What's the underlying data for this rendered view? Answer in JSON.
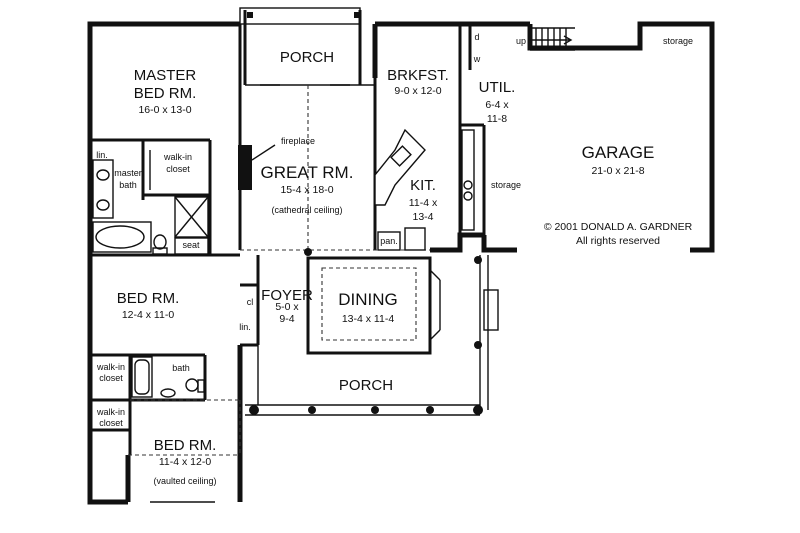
{
  "rooms": {
    "master_bed": {
      "name_line1": "MASTER",
      "name_line2": "BED RM.",
      "dims": "16-0 x 13-0"
    },
    "porch_top": {
      "name": "PORCH"
    },
    "brkfst": {
      "name": "BRKFST.",
      "dims": "9-0 x 12-0"
    },
    "util": {
      "name": "UTIL.",
      "dims_line1": "6-4 x",
      "dims_line2": "11-8"
    },
    "great_rm": {
      "name": "GREAT RM.",
      "dims": "15-4 x 18-0",
      "note": "(cathedral ceiling)"
    },
    "kit": {
      "name": "KIT.",
      "dims_line1": "11-4 x",
      "dims_line2": "13-4"
    },
    "garage": {
      "name": "GARAGE",
      "dims": "21-0 x 21-8"
    },
    "foyer": {
      "name": "FOYER",
      "dims_line1": "5-0 x",
      "dims_line2": "9-4"
    },
    "dining": {
      "name": "DINING",
      "dims": "13-4 x 11-4"
    },
    "bed2": {
      "name": "BED RM.",
      "dims": "12-4 x 11-0"
    },
    "bed3": {
      "name": "BED RM.",
      "dims": "11-4 x 12-0",
      "note": "(vaulted ceiling)"
    },
    "porch_bottom": {
      "name": "PORCH"
    }
  },
  "small_labels": {
    "lin_master": "lin.",
    "master_bath_1": "master",
    "master_bath_2": "bath",
    "walkin_master_1": "walk-in",
    "walkin_master_2": "closet",
    "seat": "seat",
    "fireplace": "fireplace",
    "pan": "pan.",
    "storage_garage": "storage",
    "storage_side": "storage",
    "up": "up",
    "d": "d",
    "w": "w",
    "cl": "cl",
    "lin_foyer": "lin.",
    "walkin_bed2_1": "walk-in",
    "walkin_bed2_2": "closet",
    "bath": "bath",
    "walkin_bed3_1": "walk-in",
    "walkin_bed3_2": "closet"
  },
  "copyright": {
    "line1": "© 2001 DONALD A. GARDNER",
    "line2": "All rights reserved"
  }
}
